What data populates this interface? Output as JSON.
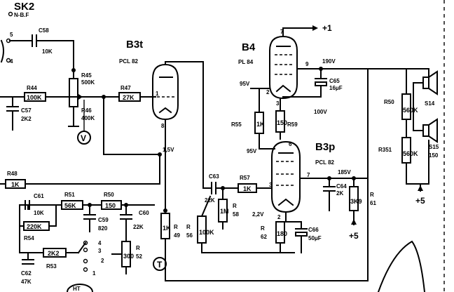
{
  "connector": {
    "name": "SK2",
    "sub": "N-B.F",
    "pin5": "5",
    "pin4": "4"
  },
  "tubes": {
    "b3t": {
      "name": "B3t",
      "type": "PCL 82",
      "pin1": "1",
      "pin8": "8"
    },
    "b4": {
      "name": "B4",
      "type": "PL 84",
      "pin7": "7",
      "pin9": "9",
      "pin2": "2",
      "pin3": "3"
    },
    "b3p": {
      "name": "B3p",
      "type": "PCL 82",
      "pin6": "6",
      "pin3": "3",
      "pin7": "7",
      "pin2": "2"
    }
  },
  "rails": {
    "plus1": "+1",
    "plus5a": "+5",
    "plus5b": "+5"
  },
  "voltages": {
    "v190": "190V",
    "v95a": "95V",
    "v100": "100V",
    "v95b": "95V",
    "v15": "1,5V",
    "v185": "185V",
    "v22": "2,2V"
  },
  "resistors": {
    "r44": {
      "name": "R44",
      "value": "100K"
    },
    "r45": {
      "name": "R45",
      "value": "500K"
    },
    "r46": {
      "name": "R46",
      "value": "400K"
    },
    "r47": {
      "name": "R47",
      "value": "27K"
    },
    "r48": {
      "name": "R48",
      "value": "1K"
    },
    "r51": {
      "name": "R51",
      "value": "56K"
    },
    "r50a": {
      "name": "R50",
      "value": "150"
    },
    "r54": {
      "name": "R54",
      "value": "220K"
    },
    "r53": {
      "name": "R53",
      "value": "2K2"
    },
    "r49": {
      "name": "R",
      "num": "49",
      "value": "1K"
    },
    "r52": {
      "name": "R",
      "num": "52",
      "value": "300"
    },
    "r55": {
      "name": "R55",
      "value": "1K"
    },
    "r59": {
      "name": "R59",
      "value": "150"
    },
    "r57": {
      "name": "R57",
      "value": "1K"
    },
    "r58": {
      "name": "R",
      "num": "58",
      "value": "1M"
    },
    "r56": {
      "name": "R",
      "num": "56",
      "value": "100K"
    },
    "r62": {
      "name": "R",
      "num": "62",
      "value": "180"
    },
    "r61": {
      "name": "R",
      "num": "61",
      "value": "3K9"
    },
    "r50b": {
      "name": "R50",
      "value": "560K"
    },
    "r351": {
      "name": "R351",
      "value": "560K"
    }
  },
  "capacitors": {
    "c58": {
      "name": "C58",
      "value": "10K"
    },
    "c57": {
      "name": "C57",
      "value": "2K2"
    },
    "c61": {
      "name": "C61",
      "value": "10K"
    },
    "c59": {
      "name": "C59",
      "value": "820"
    },
    "c60": {
      "name": "C60",
      "value": "22K"
    },
    "c62": {
      "name": "C62",
      "value": "47K"
    },
    "c63": {
      "name": "C63",
      "value": "22K"
    },
    "c64": {
      "name": "C64",
      "value": "2K"
    },
    "c65": {
      "name": "C65",
      "value": "16μF"
    },
    "c66": {
      "name": "C66",
      "value": "50μF"
    }
  },
  "switches": {
    "p1": "1",
    "p2": "2",
    "p3": "3",
    "p4": "4"
  },
  "speakers": {
    "s14": "S14",
    "s15": "S15",
    "s15b": "150"
  },
  "markers": {
    "v": "V",
    "t": "T",
    "ht": "HT"
  }
}
